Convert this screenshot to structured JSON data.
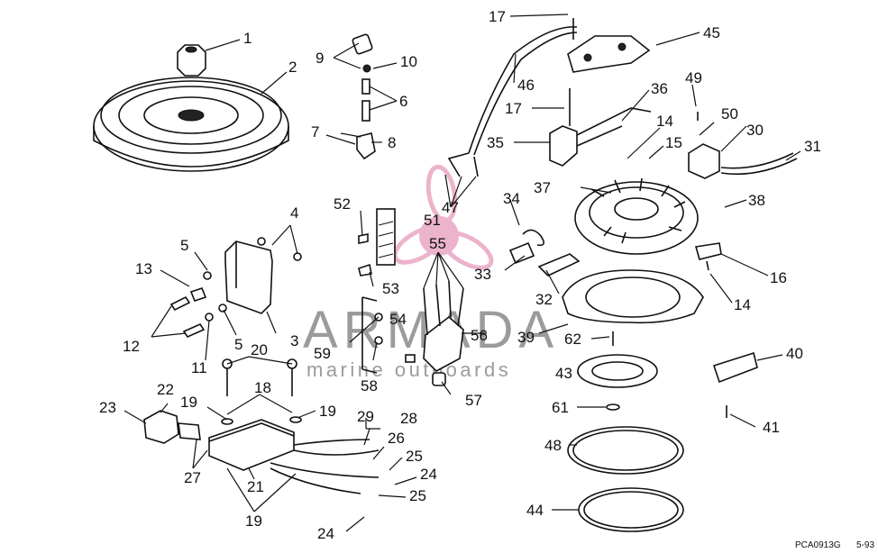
{
  "callouts": {
    "c1": "1",
    "c2": "2",
    "c3": "3",
    "c4": "4",
    "c5a": "5",
    "c5b": "5",
    "c6": "6",
    "c7": "7",
    "c8": "8",
    "c9": "9",
    "c10": "10",
    "c11": "11",
    "c12": "12",
    "c13": "13",
    "c14a": "14",
    "c14b": "14",
    "c15": "15",
    "c16": "16",
    "c17a": "17",
    "c17b": "17",
    "c18": "18",
    "c19a": "19",
    "c19b": "19",
    "c19c": "19",
    "c20": "20",
    "c21": "21",
    "c22": "22",
    "c23": "23",
    "c24a": "24",
    "c24b": "24",
    "c25a": "25",
    "c25b": "25",
    "c26": "26",
    "c27": "27",
    "c28": "28",
    "c29": "29",
    "c30": "30",
    "c31": "31",
    "c32": "32",
    "c33": "33",
    "c34": "34",
    "c35": "35",
    "c36": "36",
    "c37": "37",
    "c38": "38",
    "c39": "39",
    "c40": "40",
    "c41": "41",
    "c43": "43",
    "c44": "44",
    "c45": "45",
    "c46": "46",
    "c47": "47",
    "c48": "48",
    "c49": "49",
    "c50": "50",
    "c51": "51",
    "c52": "52",
    "c53": "53",
    "c54": "54",
    "c55": "55",
    "c56": "56",
    "c57": "57",
    "c58": "58",
    "c59": "59",
    "c61": "61",
    "c62": "62"
  },
  "watermark": {
    "brand": "ARMADA",
    "tagline": "marine outboards",
    "color": "#e9a8c4"
  },
  "footer": {
    "code": "PCA0913G",
    "date": "5-93"
  }
}
